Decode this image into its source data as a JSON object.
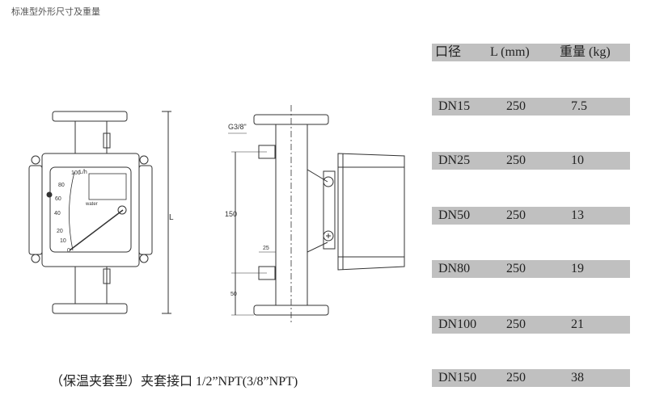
{
  "title": "标准型外形尺寸及重量",
  "table": {
    "headers": [
      "口径",
      "L (mm)",
      "重量 (kg)"
    ],
    "rows": [
      [
        "DN15",
        "250",
        "7.5"
      ],
      [
        "DN25",
        "250",
        "10"
      ],
      [
        "DN50",
        "250",
        "13"
      ],
      [
        "DN80",
        "250",
        "19"
      ],
      [
        "DN100",
        "250",
        "21"
      ],
      [
        "DN150",
        "250",
        "38"
      ]
    ]
  },
  "caption": "（保温夹套型）夹套接口 1/2”NPT(3/8”NPT)",
  "drawing": {
    "front": {
      "dim_L": "L",
      "unit": "L/h",
      "scale": [
        "100",
        "80",
        "60",
        "40",
        "20",
        "10",
        "0"
      ],
      "medium": "water"
    },
    "side": {
      "thread": "G3/8\"",
      "dim_150": "150",
      "dim_25": "25",
      "dim_50": "50"
    }
  }
}
